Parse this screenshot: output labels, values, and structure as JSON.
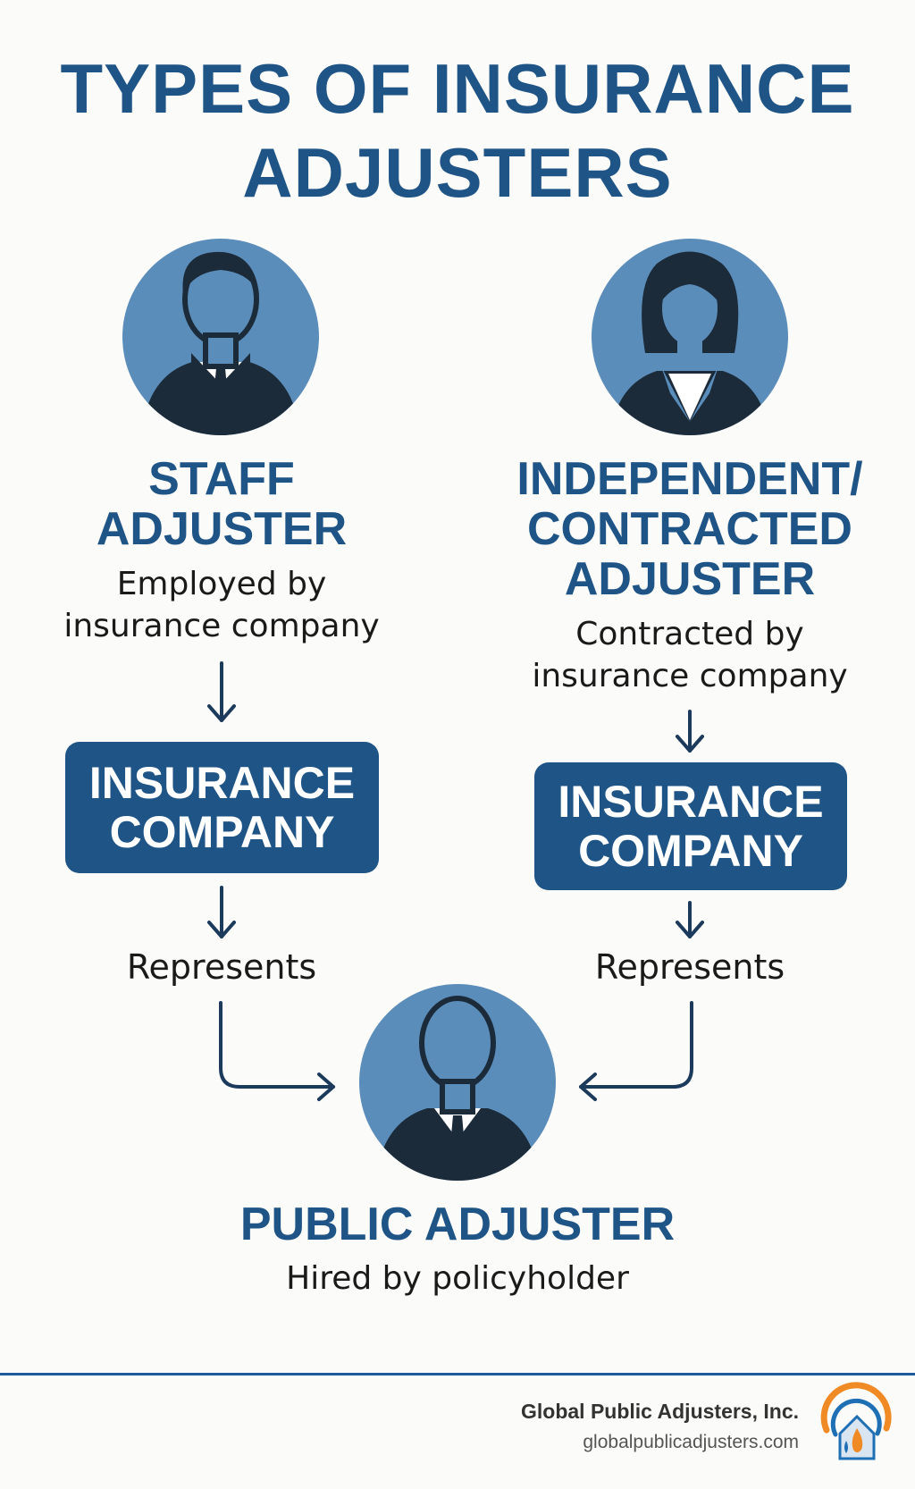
{
  "title": {
    "line1": "TYPES OF INSURANCE",
    "line2": "ADJUSTERS"
  },
  "staff": {
    "name_line1": "STAFF",
    "name_line2": "ADJUSTER",
    "desc_line1": "Employed by",
    "desc_line2": "insurance company",
    "box_line1": "INSURANCE",
    "box_line2": "COMPANY",
    "represents": "Represents"
  },
  "independent": {
    "name_line1": "INDEPENDENT/",
    "name_line2": "CONTRACTED",
    "name_line3": "ADJUSTER",
    "desc_line1": "Contracted by",
    "desc_line2": "insurance company",
    "box_line1": "INSURANCE",
    "box_line2": "COMPANY",
    "represents": "Represents"
  },
  "public": {
    "name": "PUBLIC ADJUSTER",
    "desc": "Hired by policyholder"
  },
  "footer": {
    "company": "Global Public Adjusters, Inc.",
    "url": "globalpublicadjusters.com"
  },
  "colors": {
    "navy": "#1f5486",
    "avatar_bg": "#5b8dbb",
    "silhouette": "#1c2b3a",
    "logo_orange": "#f08a24",
    "logo_blue": "#1f6fb5"
  },
  "icons": [
    "male-avatar-icon",
    "female-avatar-icon",
    "public-adjuster-avatar-icon",
    "company-logo-icon"
  ]
}
